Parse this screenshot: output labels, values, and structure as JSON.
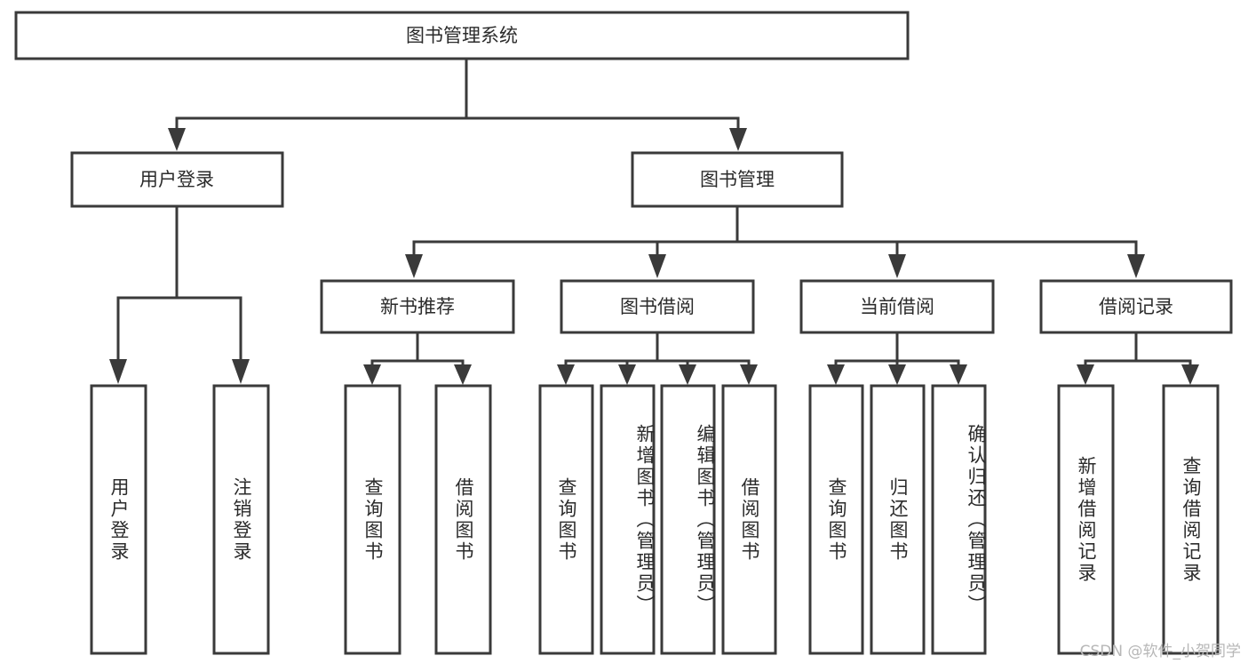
{
  "diagram": {
    "type": "tree",
    "title": "图书管理系统",
    "root": {
      "id": "root",
      "label": "图书管理系统"
    },
    "level2": [
      {
        "id": "user-login",
        "label": "用户登录"
      },
      {
        "id": "book-manage",
        "label": "图书管理"
      }
    ],
    "level3": [
      {
        "id": "new-book-recommend",
        "label": "新书推荐",
        "parent": "book-manage"
      },
      {
        "id": "book-borrow",
        "label": "图书借阅",
        "parent": "book-manage"
      },
      {
        "id": "current-borrow",
        "label": "当前借阅",
        "parent": "book-manage"
      },
      {
        "id": "borrow-record",
        "label": "借阅记录",
        "parent": "book-manage"
      }
    ],
    "leaves": [
      {
        "id": "leaf-user-login",
        "label": "用户登录",
        "parent": "user-login"
      },
      {
        "id": "leaf-user-logout",
        "label": "注销登录",
        "parent": "user-login"
      },
      {
        "id": "leaf-query-book-1",
        "label": "查询图书",
        "parent": "new-book-recommend"
      },
      {
        "id": "leaf-borrow-book-1",
        "label": "借阅图书",
        "parent": "new-book-recommend"
      },
      {
        "id": "leaf-query-book-2",
        "label": "查询图书",
        "parent": "book-borrow"
      },
      {
        "id": "leaf-add-book",
        "label": "新增图书（管理员）",
        "parent": "book-borrow"
      },
      {
        "id": "leaf-edit-book",
        "label": "编辑图书（管理员）",
        "parent": "book-borrow"
      },
      {
        "id": "leaf-borrow-book-2",
        "label": "借阅图书",
        "parent": "book-borrow"
      },
      {
        "id": "leaf-query-book-3",
        "label": "查询图书",
        "parent": "current-borrow"
      },
      {
        "id": "leaf-return-book",
        "label": "归还图书",
        "parent": "current-borrow"
      },
      {
        "id": "leaf-confirm-return",
        "label": "确认归还（管理员）",
        "parent": "current-borrow"
      },
      {
        "id": "leaf-add-record",
        "label": "新增借阅记录",
        "parent": "borrow-record"
      },
      {
        "id": "leaf-query-record",
        "label": "查询借阅记录",
        "parent": "borrow-record"
      }
    ]
  },
  "watermark": {
    "text": "CSDN @软件_小贺同学"
  },
  "colors": {
    "stroke": "#3a3a3a",
    "fill": "#ffffff",
    "text": "#2b2b2b",
    "watermark": "#b7b7b7"
  }
}
